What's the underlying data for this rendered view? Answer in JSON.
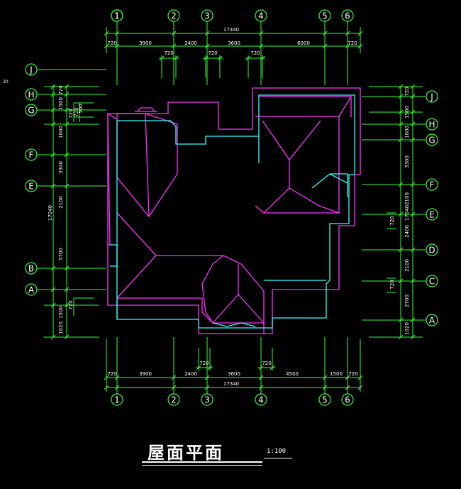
{
  "drawing_title": "屋面平面",
  "scale": "1:100",
  "colors": {
    "background": "#000000",
    "dimension": "#33ff33",
    "axis_bubble": "#33ff33",
    "text": "#ffffff",
    "roof_outline": "#ff33ff",
    "wall_outline": "#33ffff"
  },
  "axes_vertical": {
    "top": [
      "1",
      "2",
      "3",
      "4",
      "5",
      "6"
    ],
    "bottom": [
      "1",
      "2",
      "3",
      "4",
      "5",
      "6"
    ]
  },
  "axes_horizontal": {
    "left": [
      "J",
      "H",
      "G",
      "F",
      "E",
      "B",
      "A"
    ],
    "right": [
      "J",
      "H",
      "G",
      "F",
      "E",
      "D",
      "C",
      "A"
    ]
  },
  "dims_top": {
    "total": "17340",
    "row1": [
      "720",
      "3900",
      "2400",
      "3600",
      "6000",
      "720"
    ],
    "row2": [
      "720",
      "720",
      "720"
    ]
  },
  "dims_bottom": {
    "total": "17340",
    "row1": [
      "720",
      "3900",
      "2400",
      "3600",
      "4500",
      "1500",
      "720"
    ],
    "row2": [
      "720",
      "720"
    ]
  },
  "dims_left": {
    "total": "17040",
    "row1": [
      "720",
      "1500",
      "1000",
      "3300",
      "2100",
      "5700",
      "1500",
      "1020"
    ],
    "extra": [
      "720",
      "720",
      "500",
      "720"
    ],
    "edge": "30"
  },
  "dims_right": {
    "total": "17040",
    "row1": [
      "720",
      "1500",
      "1000",
      "3300",
      "2100",
      "2400",
      "2100",
      "2700",
      "1020"
    ],
    "extra": [
      "720",
      "720"
    ]
  }
}
